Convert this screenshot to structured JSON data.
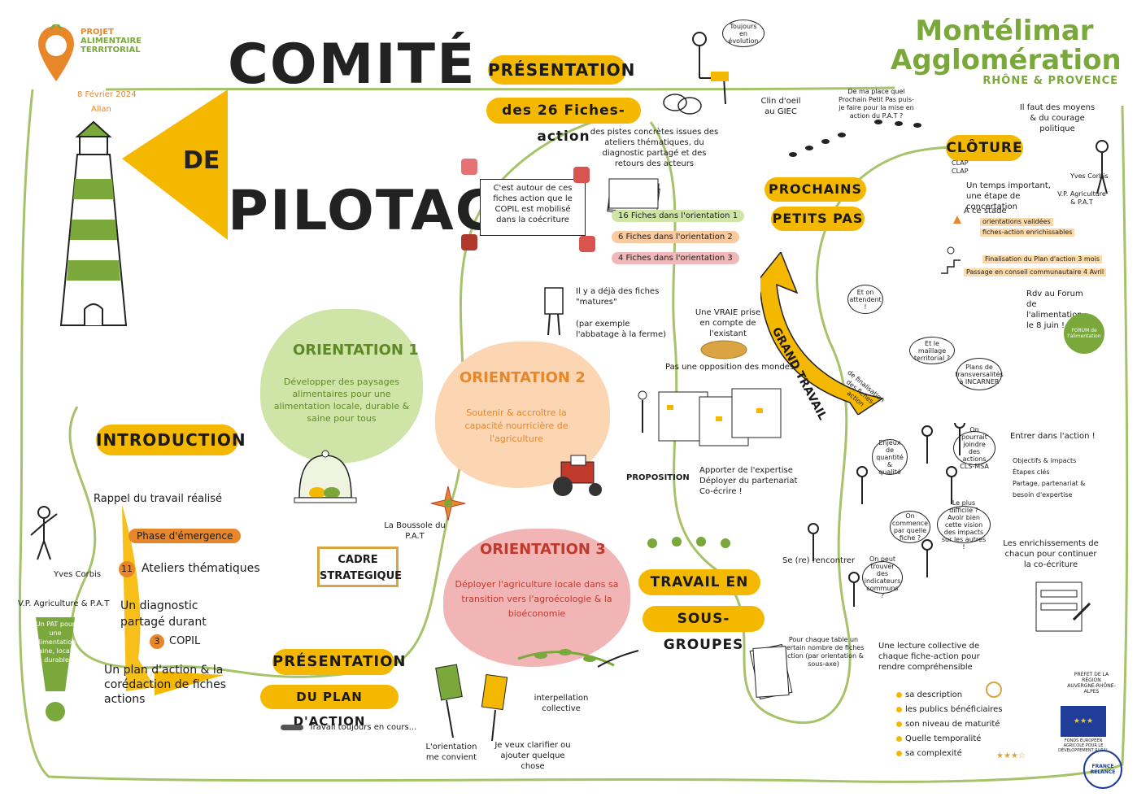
{
  "logo_pat": {
    "line1": "PROJET",
    "line2": "ALIMENTAIRE",
    "line3": "TERRITORIAL",
    "badge": "PAT"
  },
  "event": {
    "date": "8 Février 2024",
    "place": "Allan"
  },
  "title": {
    "line1": "COMITÉ",
    "de": "DE",
    "line2": "PILOTAGE"
  },
  "brand": {
    "name1": "Montélimar",
    "name2": "Agglomération",
    "sub": "RHÔNE & PROVENCE"
  },
  "presentation_top": {
    "title": "PRÉSENTATION",
    "subtitle": "des 26 Fiches-action",
    "desc": "des pistes concrètes issues des ateliers thématiques, du diagnostic partagé et des retours des acteurs"
  },
  "copil_note": "C'est autour de ces fiches action que le COPIL est mobilisé dans la coécriture",
  "fiches": [
    {
      "label": "16 Fiches dans l'orientation 1",
      "color": "#cfe5a8"
    },
    {
      "label": "6 Fiches dans l'orientation 2",
      "color": "#f9c9a0"
    },
    {
      "label": "4 Fiches dans l'orientation 3",
      "color": "#f0b8b8"
    }
  ],
  "bubble_evolution": "Toujours en évolution",
  "matures": {
    "line1": "Il y a déjà des fiches \"matures\"",
    "line2": "(par exemple l'abbatage à la ferme)"
  },
  "vraie_prise": "Une VRAIE prise en compte de l'existant",
  "opposition": "Pas une opposition des mondes !",
  "orientation1": {
    "title": "ORIENTATION 1",
    "text": "Développer des paysages alimentaires pour une alimentation locale, durable & saine pour tous"
  },
  "orientation2": {
    "title": "ORIENTATION 2",
    "text": "Soutenir & accroître la capacité nourricière de l'agriculture"
  },
  "orientation3": {
    "title": "ORIENTATION 3",
    "text": "Déployer l'agriculture locale dans sa transition vers l'agroécologie & la bioéconomie"
  },
  "boussole": "La Boussole du P.A.T",
  "cadre": "CADRE STRATEGIQUE",
  "introduction": {
    "title": "INTRODUCTION",
    "rappel": "Rappel du travail réalisé",
    "phase": "Phase d'émergence",
    "ateliers_num": "11",
    "ateliers": "Ateliers thématiques",
    "diagnostic": "Un diagnostic partagé durant",
    "copil_num": "3",
    "copil": "COPIL",
    "plan": "Un plan d'action & la corédaction de fiches actions"
  },
  "person_left": {
    "name": "Yves Corbis",
    "role": "V.P. Agriculture & P.A.T"
  },
  "exclamation_text": "Un PAT pour une alimentation saine, locale & durable !",
  "presentation_bottom": {
    "title": "PRÉSENTATION",
    "subtitle": "DU PLAN D'ACTION"
  },
  "travail_cours": "Travail toujours en cours...",
  "orientation_convient": "L'orientation me convient",
  "clarifier": "Je veux clarifier ou ajouter quelque chose",
  "interpellation": "interpellation collective",
  "proposition": {
    "label": "PROPOSITION",
    "text": "Apporter de l'expertise Déployer du partenariat Co-écrire !"
  },
  "sous_groupes": {
    "line1": "TRAVAIL EN",
    "line2": "SOUS-GROUPES"
  },
  "rencontrer": "Se (re) rencontrer",
  "pour_chaque": "Pour chaque table un certain nombre de fiches action (par orientation & sous-axe)",
  "lecture": "Une lecture collective de chaque fiche-action pour rendre compréhensible",
  "criteres": [
    "sa description",
    "les publics bénéficiaires",
    "son niveau de maturité",
    "Quelle temporalité",
    "sa complexité"
  ],
  "prochains": {
    "line1": "PROCHAINS",
    "line2": "PETITS PAS"
  },
  "clin_oeil": "Clin d'oeil au GIEC",
  "ma_place": "De ma place quel Prochain Petit Pas puis-je faire pour la mise en action du P.A.T ?",
  "grand_travail": {
    "title": "GRAND TRAVAIL",
    "sub": "de finalisation des fiches-action"
  },
  "attendent": "Et on attendent !",
  "cloture": {
    "title": "CLÔTURE",
    "moyens": "Il faut des moyens & du courage politique",
    "clap": "CLAP CLAP",
    "temps": "Un temps important, une étape de concertation",
    "stade": "A ce stade",
    "validees": "orientations validées",
    "enrichissables": "fiches-action enrichissables",
    "finalisation": "Finalisation du Plan d'action 3 mois",
    "passage": "Passage en conseil communautaire 4 Avril",
    "rdv": "Rdv au Forum de l'alimentation le 8 juin !",
    "forum": "FORUM de l'alimentation"
  },
  "person_right": {
    "name": "Yves Corbis",
    "role": "V.P. Agriculture & P.A.T"
  },
  "entrer": {
    "title": "Entrer dans l'action !",
    "items": [
      "Objectifs & impacts",
      "Étapes clés",
      "Partage, partenariat & besoin d'expertise"
    ]
  },
  "enrichissements": "Les enrichissements de chacun pour continuer la co-écriture",
  "bubbles_groups": [
    "Et le maillage territorial ?",
    "Plans de transversalités à INCARNER",
    "Enjeux de quantité & qualité",
    "On pourrait joindre des actions CLS-MSA",
    "On commence par quelle fiche ?",
    "Le plus difficile ? Avoir bien cette vision des impacts sur les autres !",
    "On peut trouver des indicateurs communs ?"
  ],
  "logos": {
    "prefet": "PRÉFET DE LA RÉGION AUVERGNE-RHÔNE-ALPES",
    "eu": "FONDS EUROPÉEN AGRICOLE POUR LE DÉVELOPPEMENT RURAL",
    "relance": "FRANCE RELANCE"
  },
  "colors": {
    "yellow": "#f5b800",
    "green": "#7aa83a",
    "orange": "#e8872a",
    "red": "#d9534f",
    "line_green": "#a6c36b"
  }
}
